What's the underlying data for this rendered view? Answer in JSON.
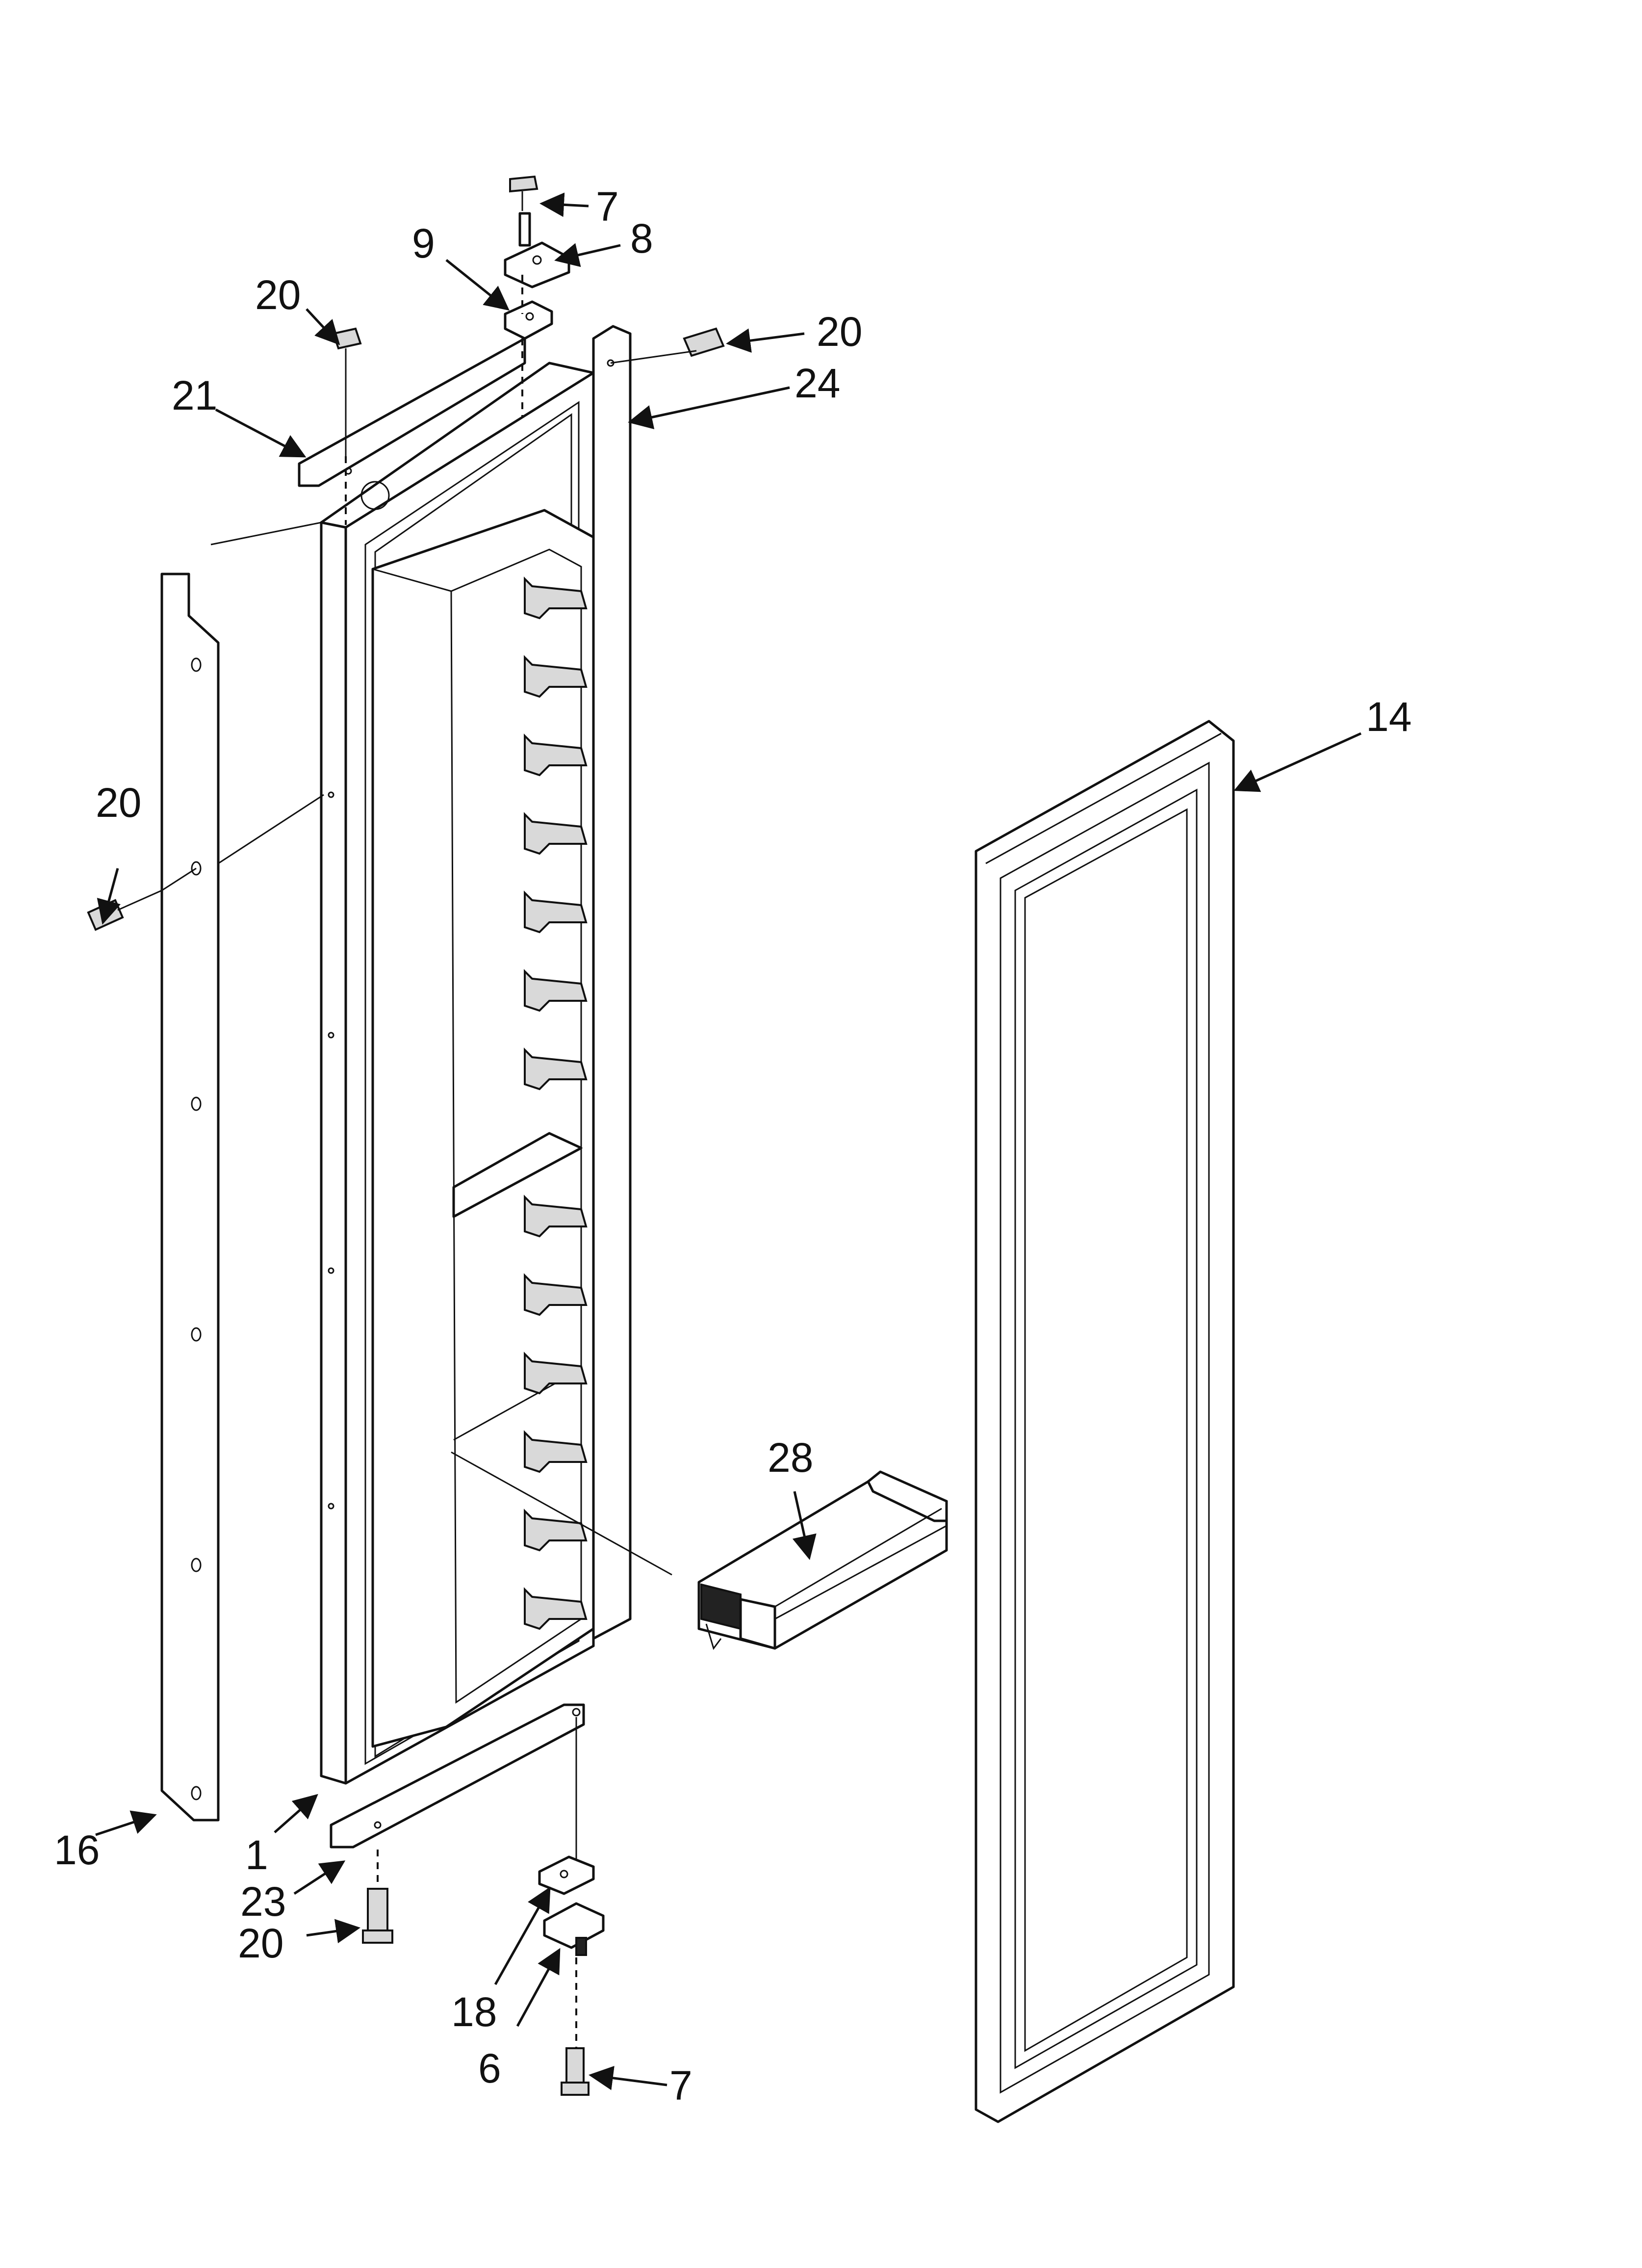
{
  "callouts": {
    "c1": "1",
    "c6": "6",
    "c7_top": "7",
    "c7_bottom": "7",
    "c8": "8",
    "c9": "9",
    "c14": "14",
    "c16": "16",
    "c18": "18",
    "c20_top_left": "20",
    "c20_top_right": "20",
    "c20_left": "20",
    "c20_bottom": "20",
    "c21": "21",
    "c23": "23",
    "c24": "24",
    "c28": "28"
  }
}
